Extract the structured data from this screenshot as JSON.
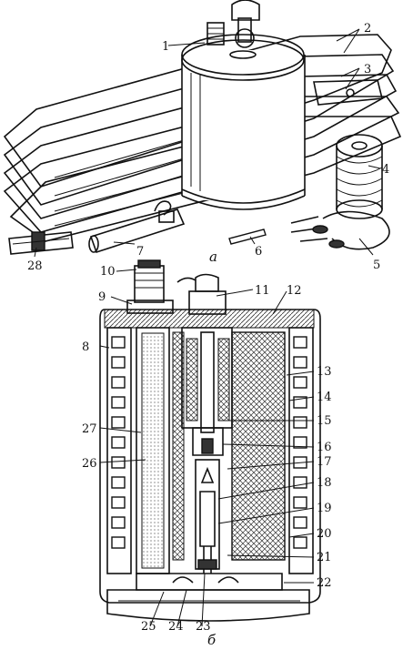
{
  "figure_a": {
    "caption": "а",
    "labels": [
      "1",
      "2",
      "3",
      "4",
      "5",
      "6",
      "7",
      "28"
    ]
  },
  "figure_b": {
    "caption": "б",
    "labels": [
      "8",
      "9",
      "10",
      "11",
      "12",
      "13",
      "14",
      "15",
      "16",
      "17",
      "18",
      "19",
      "20",
      "21",
      "22",
      "23",
      "24",
      "25",
      "26",
      "27"
    ]
  },
  "colors": {
    "ink": "#111111",
    "paper": "#ffffff",
    "hatch": "#555555"
  }
}
